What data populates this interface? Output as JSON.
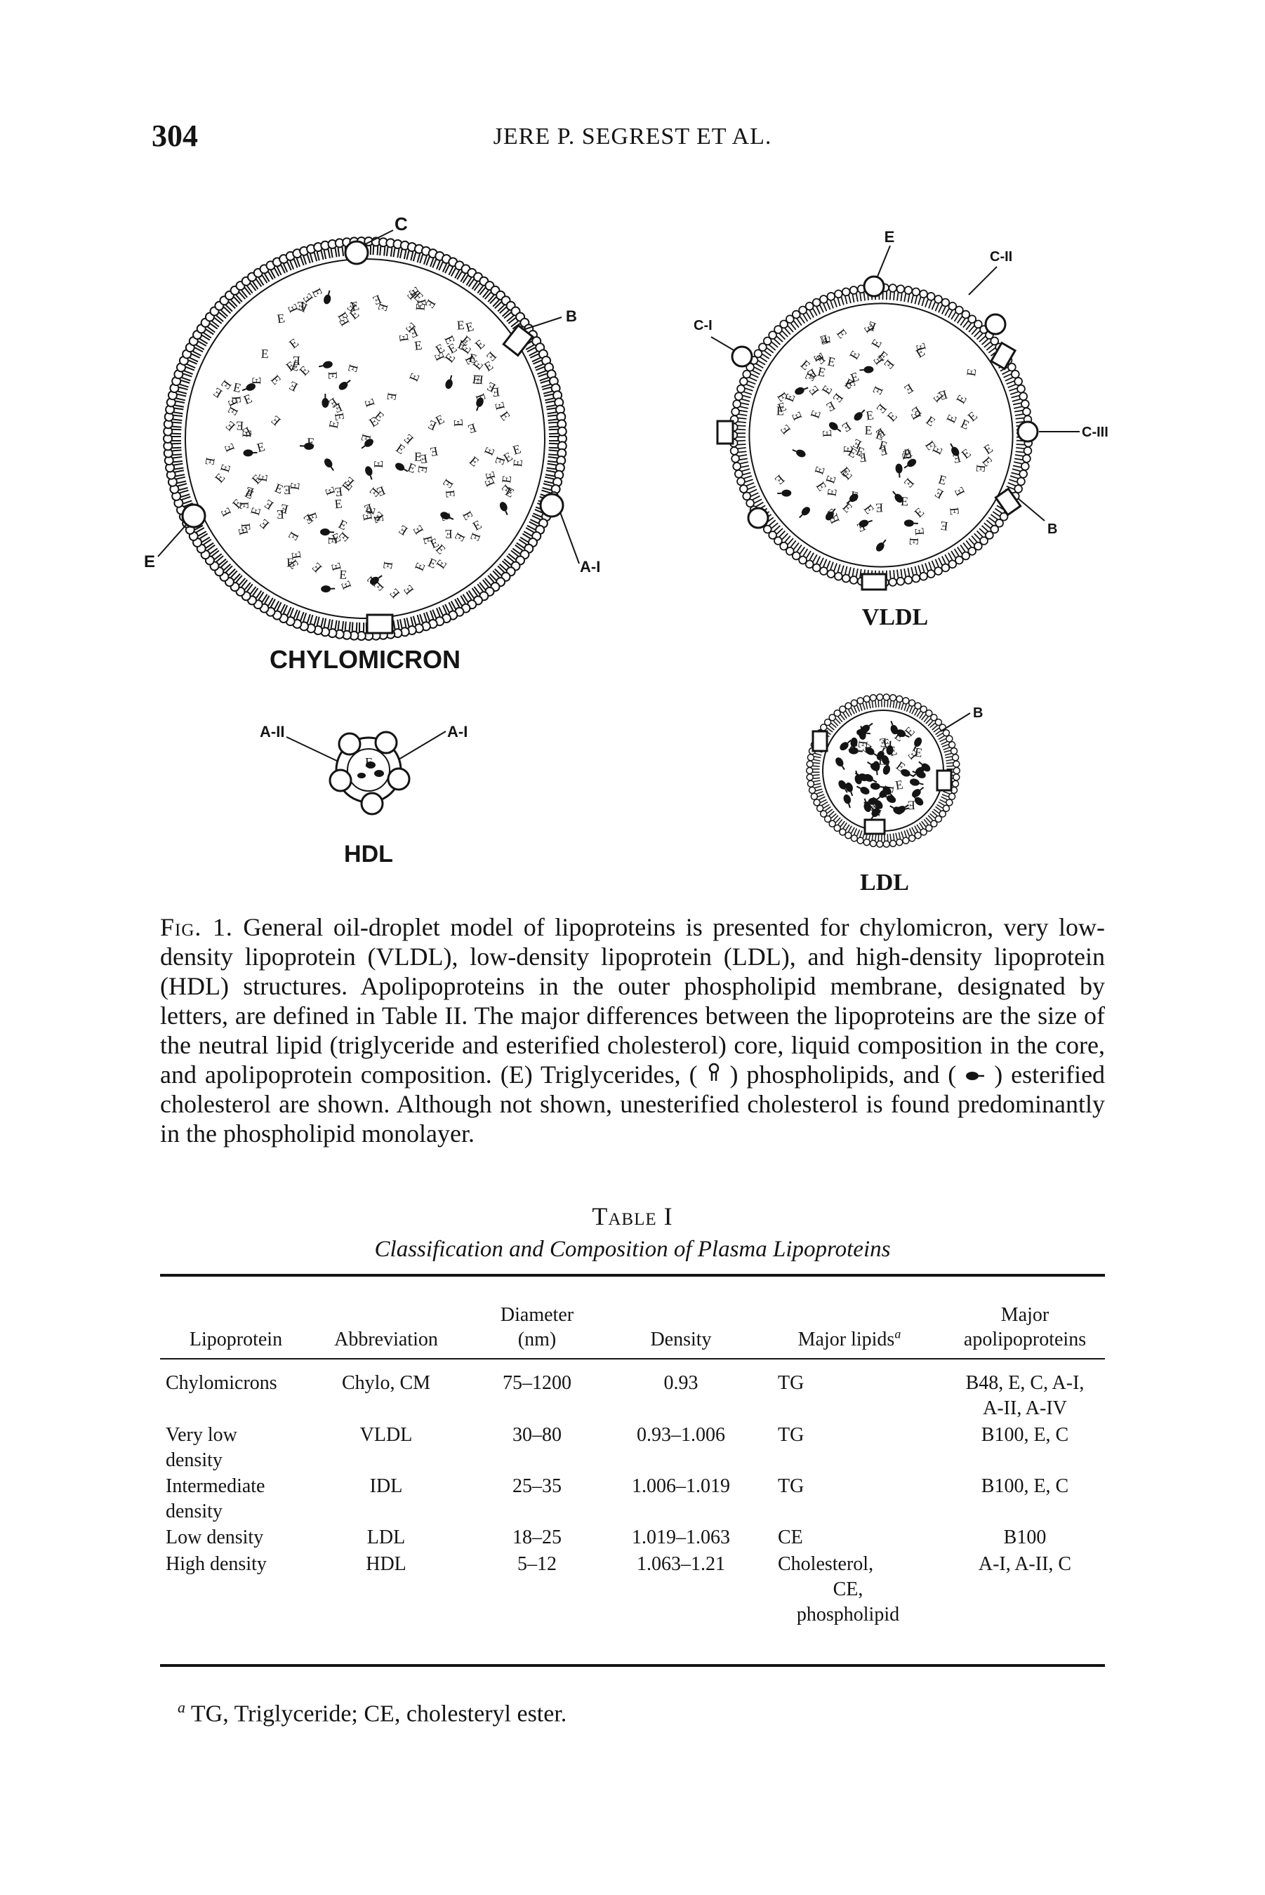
{
  "header": {
    "page_number": "304",
    "running_head": "JERE P. SEGREST ET AL."
  },
  "figure": {
    "labels": {
      "chylo_c": "C",
      "chylo_b": "B",
      "chylo_e": "E",
      "chylo_a1": "A-I",
      "chylo_title": "CHYLOMICRON",
      "vldl_e": "E",
      "vldl_c2": "C-II",
      "vldl_c1": "C-I",
      "vldl_c3": "C-III",
      "vldl_b": "B",
      "vldl_title": "VLDL",
      "hdl_a2": "A-II",
      "hdl_a1": "A-I",
      "hdl_title": "HDL",
      "ldl_b": "B",
      "ldl_title": "LDL"
    }
  },
  "caption": {
    "label": "Fig. 1.",
    "text1": "General oil-droplet model of lipoproteins is presented for chylomicron, very low-density lipoprotein (VLDL), low-density lipoprotein (LDL), and high-density lipoprotein (HDL) structures. Apolipoproteins in the outer phospholipid membrane, designated by letters, are defined in Table II. The major differences between the lipoproteins are the size of the neutral lipid (triglyceride and esterified cholesterol) core, liquid composition in the core, and apolipoprotein composition. (E) Triglycerides, (",
    "text2": ") phospholipids, and (",
    "text3": ") esterified cholesterol are shown. Although not shown, unesterified cholesterol is found predominantly in the phospholipid monolayer."
  },
  "table": {
    "title": "Table I",
    "subtitle": "Classification and Composition of Plasma Lipoproteins",
    "headers": {
      "lipoprotein": "Lipoprotein",
      "abbreviation": "Abbreviation",
      "diameter_1": "Diameter",
      "diameter_2": "(nm)",
      "density": "Density",
      "major_lipids": "Major lipids",
      "major_lipids_fn": "a",
      "apo_1": "Major",
      "apo_2": "apolipoproteins"
    },
    "rows": [
      {
        "lipoprotein": [
          "Chylomicrons"
        ],
        "abbreviation": "Chylo, CM",
        "diameter": "75–1200",
        "density": "0.93",
        "lipids": [
          "TG"
        ],
        "apo": [
          "B48, E, C, A-I,",
          "A-II, A-IV"
        ]
      },
      {
        "lipoprotein": [
          "Very low",
          "density"
        ],
        "abbreviation": "VLDL",
        "diameter": "30–80",
        "density": "0.93–1.006",
        "lipids": [
          "TG"
        ],
        "apo": [
          "B100, E, C"
        ]
      },
      {
        "lipoprotein": [
          "Intermediate",
          "density"
        ],
        "abbreviation": "IDL",
        "diameter": "25–35",
        "density": "1.006–1.019",
        "lipids": [
          "TG"
        ],
        "apo": [
          "B100, E, C"
        ]
      },
      {
        "lipoprotein": [
          "Low density"
        ],
        "abbreviation": "LDL",
        "diameter": "18–25",
        "density": "1.019–1.063",
        "lipids": [
          "CE"
        ],
        "apo": [
          "B100"
        ]
      },
      {
        "lipoprotein": [
          "High density"
        ],
        "abbreviation": "HDL",
        "diameter": "5–12",
        "density": "1.063–1.21",
        "lipids": [
          "Cholesterol,",
          "CE,",
          "phospholipid"
        ],
        "apo": [
          "A-I, A-II, C"
        ]
      }
    ],
    "footnote_mark": "a",
    "footnote": "TG, Triglyceride; CE, cholesteryl ester."
  }
}
